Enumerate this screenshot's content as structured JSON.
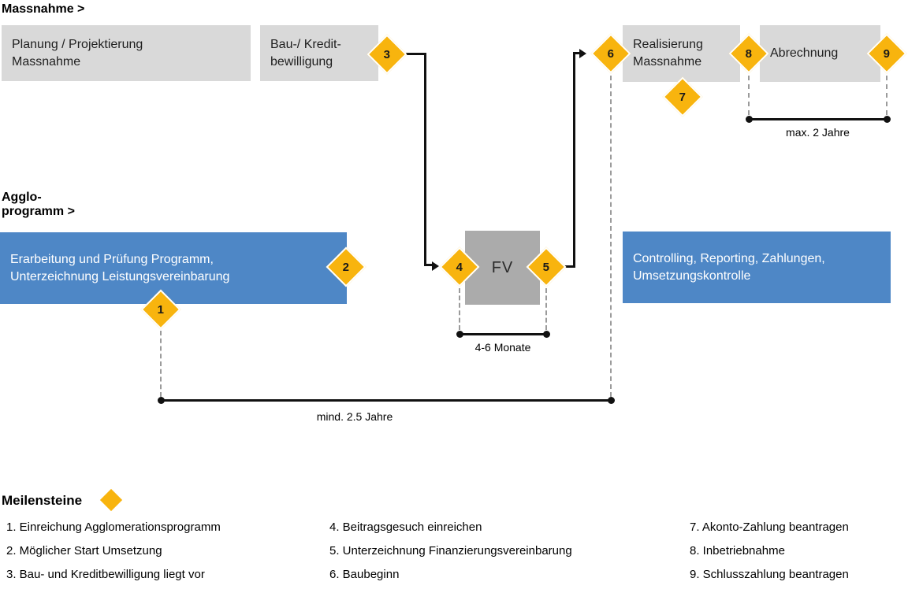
{
  "colors": {
    "yellow": "#F8B40E",
    "blue": "#4E87C6",
    "gray_light": "#D9D9D9",
    "gray_dark": "#ABABAB"
  },
  "labels": {
    "massnahme_track": "Massnahme >",
    "agglo_track": "Agglo-\nprogramm >",
    "duration_fv": "4-6 Monate",
    "duration_abrechnung": "max. 2 Jahre",
    "duration_total": "mind. 2.5 Jahre"
  },
  "boxes": {
    "planung": "Planung / Projektierung\nMassnahme",
    "bau_kredit": "Bau-/ Kredit-\nbewilligung",
    "realisierung": "Realisierung\nMassnahme",
    "abrechnung": "Abrechnung",
    "erarbeitung": "Erarbeitung und Prüfung Programm,\nUnterzeichnung Leistungsvereinbarung",
    "fv": "FV",
    "controlling": "Controlling, Reporting, Zahlungen,\nUmsetzungskontrolle"
  },
  "milestones": [
    "1",
    "2",
    "3",
    "4",
    "5",
    "6",
    "7",
    "8",
    "9"
  ],
  "legend": {
    "title": "Meilensteine",
    "columns": [
      [
        "1. Einreichung Agglomerationsprogramm",
        "2. Möglicher Start Umsetzung",
        "3. Bau- und Kreditbewilligung liegt vor"
      ],
      [
        "4. Beitragsgesuch einreichen",
        "5. Unterzeichnung Finanzierungsvereinbarung",
        "6. Baubeginn"
      ],
      [
        "7. Akonto-Zahlung beantragen",
        "8. Inbetriebnahme",
        "9. Schlusszahlung beantragen"
      ]
    ]
  }
}
